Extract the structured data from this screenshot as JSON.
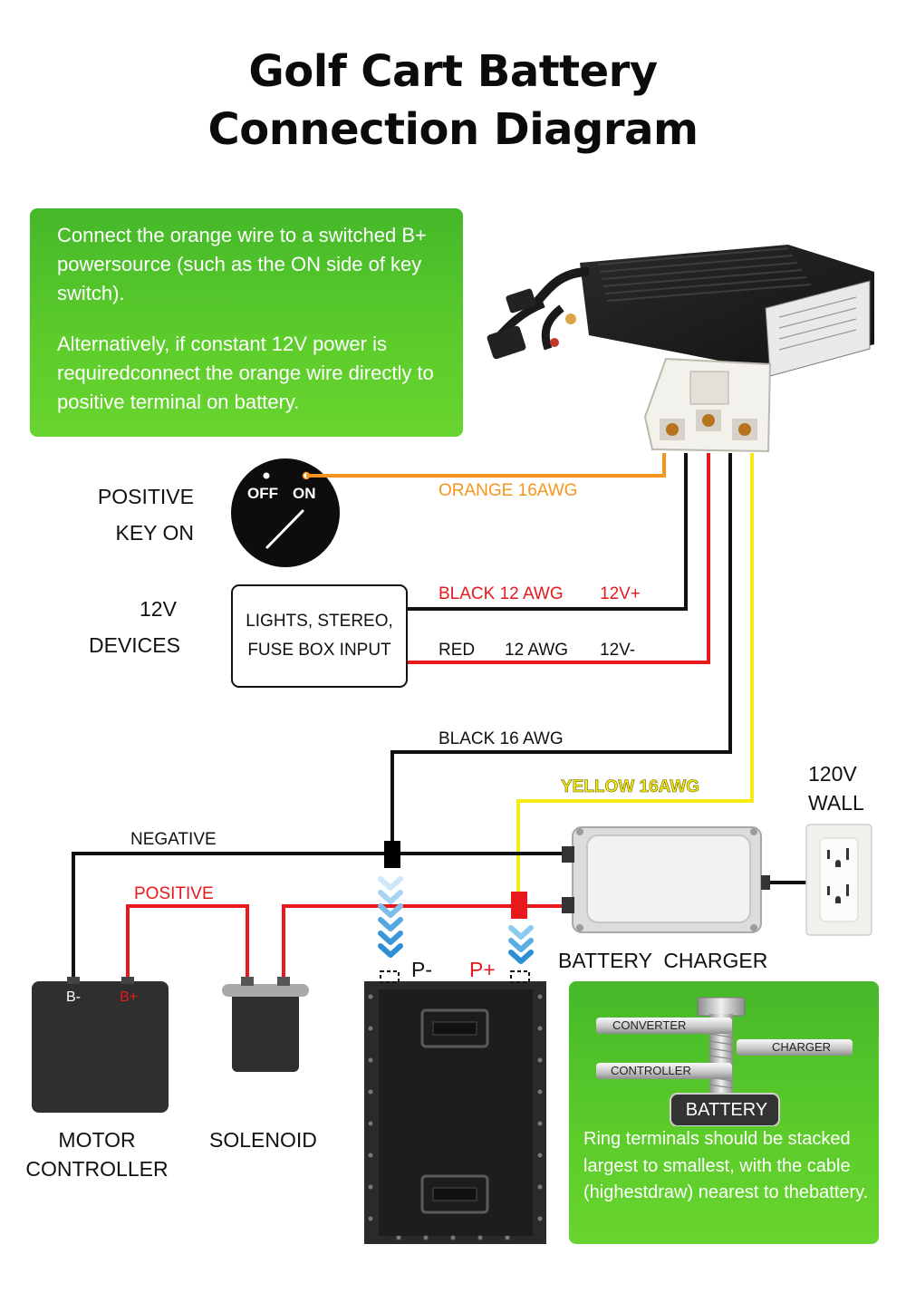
{
  "title": {
    "line1": "Golf Cart Battery",
    "line2": "Connection Diagram"
  },
  "info_box": {
    "paragraph1": "Connect the orange wire to a switched B+ powersource (such as the ON side of key switch).",
    "paragraph2": "Alternatively, if constant 12V power is requiredconnect the orange wire directly to positive terminal on battery."
  },
  "key_switch": {
    "label_line1": "POSITIVE",
    "label_line2": "KEY ON",
    "off_text": "OFF",
    "on_text": "ON"
  },
  "devices": {
    "label_line1": "12V",
    "label_line2": "DEVICES",
    "box_line1": "LIGHTS, STEREO,",
    "box_line2": "FUSE BOX INPUT"
  },
  "wires": {
    "orange": "ORANGE 16AWG",
    "black12_name": "BLACK 12 AWG",
    "black12_volt": "12V+",
    "red12_name": "RED",
    "red12_gauge": "12 AWG",
    "red12_volt": "12V-",
    "black16": "BLACK 16 AWG",
    "yellow": "YELLOW 16AWG",
    "negative": "NEGATIVE",
    "positive": "POSITIVE"
  },
  "wall": {
    "line1": "120V",
    "line2": "WALL"
  },
  "charger_label": "BATTERY  CHARGER",
  "battery_terminals": {
    "negative": "P-",
    "positive": "P+"
  },
  "motor_controller": {
    "terminal_neg": "B-",
    "terminal_pos": "B+",
    "label_line1": "MOTOR",
    "label_line2": "CONTROLLER"
  },
  "solenoid_label": "SOLENOID",
  "stack_box": {
    "converter": "CONVERTER",
    "charger": "CHARGER",
    "controller": "CONTROLLER",
    "battery": "BATTERY",
    "note": "Ring terminals should be stacked largest to smallest, with the cable (highestdraw) nearest to thebattery."
  },
  "colors": {
    "orange_wire": "#f7941d",
    "red_wire": "#e8191d",
    "yellow_wire": "#f5ea14",
    "black_wire": "#111111",
    "green_box": "#52c12b",
    "arrow_blue": "#3aa0e0"
  }
}
